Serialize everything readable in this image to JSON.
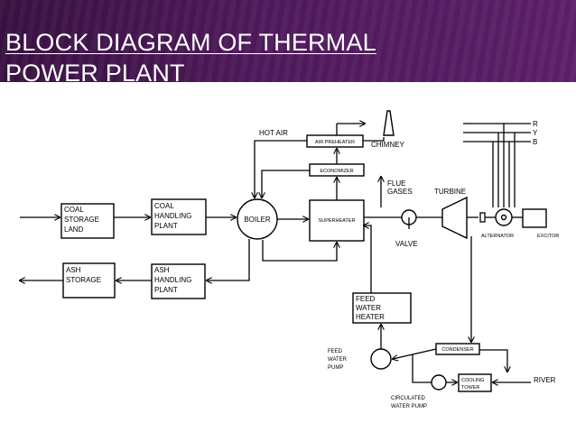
{
  "title_line1": "BLOCK DIAGRAM OF THERMAL",
  "title_line2": "POWER PLANT",
  "colors": {
    "banner": "#4f1a5c",
    "line": "#000000",
    "title_text": "#ffffff"
  },
  "diagram": {
    "coal_storage": [
      "COAL",
      "STORAGE",
      "LAND"
    ],
    "coal_handling": [
      "COAL",
      "HANDLING",
      "PLANT"
    ],
    "ash_storage": [
      "ASH",
      "STORAGE"
    ],
    "ash_handling": [
      "ASH",
      "HANDLING",
      "PLANT"
    ],
    "boiler": "BOILER",
    "superheater": "SUPERHEATER",
    "economizer": "ECONOMIZER",
    "air_preheater": "AIR PREHEATER",
    "hot_air": "HOT AIR",
    "chimney": "CHIMNEY",
    "flue_gases": [
      "FLUE",
      "GASES"
    ],
    "turbine": "TURBINE",
    "valve": "VALVE",
    "alternator": "ALTERNATOR",
    "excitor": "EXCITOR",
    "phase_r": "R",
    "phase_y": "Y",
    "phase_b": "B",
    "feed_water_heater": [
      "FEED",
      "WATER",
      "HEATER"
    ],
    "feed_water_pump": [
      "FEED",
      "WATER",
      "PUMP"
    ],
    "condenser": "CONDENSER",
    "cooling_tower": [
      "COOLING",
      "TOWER"
    ],
    "river": "RIVER",
    "circulated_water_pump": [
      "CIRCULATED",
      "WATER PUMP"
    ]
  }
}
